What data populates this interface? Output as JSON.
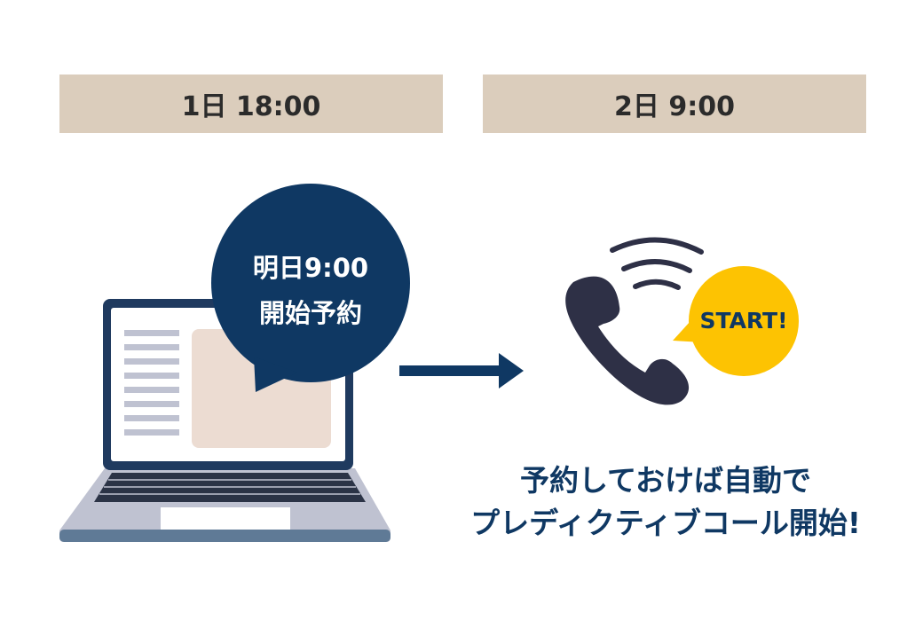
{
  "timeline": {
    "day1_label": "1日 18:00",
    "day2_label": "2日 9:00"
  },
  "reservation_bubble": {
    "line1": "明日9:00",
    "line2": "開始予約"
  },
  "start_bubble": {
    "label": "START!"
  },
  "caption": {
    "line1": "予約しておけば自動で",
    "line2": "プレディクティブコール開始!"
  },
  "icons": [
    "laptop-icon",
    "arrow-right-icon",
    "phone-icon",
    "signal-waves-icon"
  ],
  "colors": {
    "navy": "#0f3863",
    "beige": "#dbcdbc",
    "yellow": "#fdc302",
    "phone": "#2e3046"
  }
}
